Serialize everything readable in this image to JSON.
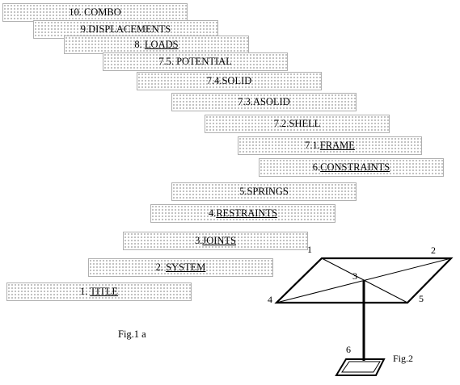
{
  "menu_steps": [
    {
      "num": "10. ",
      "label": "COMBO",
      "underlined": false
    },
    {
      "num": "9.",
      "label": "DISPLACEMENTS",
      "underlined": false
    },
    {
      "num": "8. ",
      "label": "LOADS",
      "underlined": true
    },
    {
      "num": "7.5. ",
      "label": "POTENTIAL",
      "underlined": false
    },
    {
      "num": "7.4.",
      "label": "SOLID",
      "underlined": false
    },
    {
      "num": "7.3.",
      "label": "ASOLID",
      "underlined": false
    },
    {
      "num": "7.2.",
      "label": "SHELL",
      "underlined": false
    },
    {
      "num": "7.1.",
      "label": "FRAME",
      "underlined": true
    },
    {
      "num": "6.",
      "label": "CONSTRAINTS",
      "underlined": true
    },
    {
      "num": "5.",
      "label": "SPRINGS",
      "underlined": false
    },
    {
      "num": "4.",
      "label": "RESTRAINTS",
      "underlined": true
    },
    {
      "num": "3.",
      "label": "JOINTS",
      "underlined": true
    },
    {
      "num": "2. ",
      "label": "SYSTEM",
      "underlined": true
    },
    {
      "num": "1. ",
      "label": "TITLE",
      "underlined": true
    }
  ],
  "captions": {
    "fig1": "Fig.1 a",
    "fig2": "Fig.2"
  },
  "figure2_node_labels": [
    "1",
    "2",
    "3",
    "4",
    "5",
    "6"
  ],
  "colors": {
    "box_border": "#b0b0b0",
    "dot_pattern": "#8a8a8a",
    "ink": "#000000"
  }
}
